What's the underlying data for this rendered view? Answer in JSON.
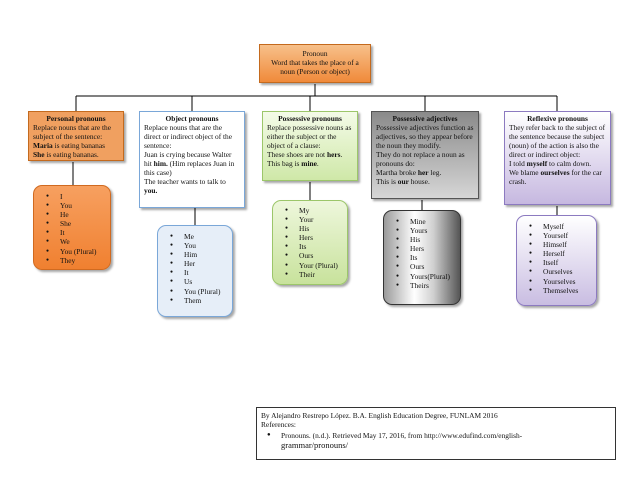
{
  "root": {
    "title": "Pronoun",
    "desc": "Word that takes the place of a noun (Person or object)"
  },
  "categories": [
    {
      "title": "Personal pronouns",
      "lines": [
        "Replace nouns that are the subject of the sentence:"
      ],
      "ex1_bold": "Maria",
      "ex1_rest": " is eating bananas",
      "ex2_bold": "She",
      "ex2_rest": " is eating bananas."
    },
    {
      "title": "Object pronouns",
      "lines": [
        "Replace nouns that are the direct or indirect object of the sentence:",
        "Juan is crying because Walter hit"
      ],
      "bold1": " him.",
      "line3": " (Him replaces Juan in this case)",
      "line4": "The teacher wants to talk to",
      "bold2": "you."
    },
    {
      "title": "Possessive pronouns",
      "lines": [
        "Replace possessive nouns as either the subject or the object of a clause:",
        "These shoes are not"
      ],
      "bold1": "hers",
      "end1": ".",
      "line4": "This bag is",
      "bold2": "mine",
      "end2": "."
    },
    {
      "title": "Possessive adjectives",
      "lines": [
        "Possessive adjectives function as adjectives, so they appear before the noun they modify.",
        "They do not replace a noun as pronouns do:",
        "Martha broke"
      ],
      "bold1": "her",
      "end1": " leg.",
      "line4": "This is",
      "bold2": "our",
      "end2": " house."
    },
    {
      "title": "Reflexive pronouns",
      "lines": [
        "They refer back to the subject of the sentence because the subject (noun) of the action is also the direct or indirect object:",
        "I told"
      ],
      "bold1": "myself",
      "end1": " to calm down.",
      "line4": "We blame",
      "bold2": "ourselves",
      "end2": " for the car crash."
    }
  ],
  "lists": [
    [
      "I",
      "You",
      "He",
      "She",
      "It",
      "We",
      "You (Plural)",
      "They"
    ],
    [
      "Me",
      "You",
      "Him",
      "Her",
      "It",
      "Us",
      "You (Plural)",
      "Them"
    ],
    [
      "My",
      "Your",
      "His",
      "Hers",
      "Its",
      "Ours",
      "Your (Plural)",
      "Their"
    ],
    [
      "Mine",
      "Yours",
      "His",
      "Hers",
      "Its",
      "Ours",
      "Yours(Plural)",
      "Theirs"
    ],
    [
      "Myself",
      "Yourself",
      "Himself",
      "Herself",
      "Itself",
      "Ourselves",
      "Yourselves",
      "Themselves"
    ]
  ],
  "footer": {
    "author": "By Alejandro Restrepo López. B.A. English Education Degree, FUNLAM 2016",
    "refs_label": "References:",
    "ref1_line1": "Pronouns. (n.d.). Retrieved May 17, 2016, from http://www.edufind.com/english-",
    "ref1_line2": "grammar/pronouns/"
  },
  "colors": {
    "orange": "#f08a3a",
    "blue": "#7aa7d8",
    "green": "#9cc66a",
    "gray": "#8a8a8a",
    "purple": "#8c7ac0"
  }
}
